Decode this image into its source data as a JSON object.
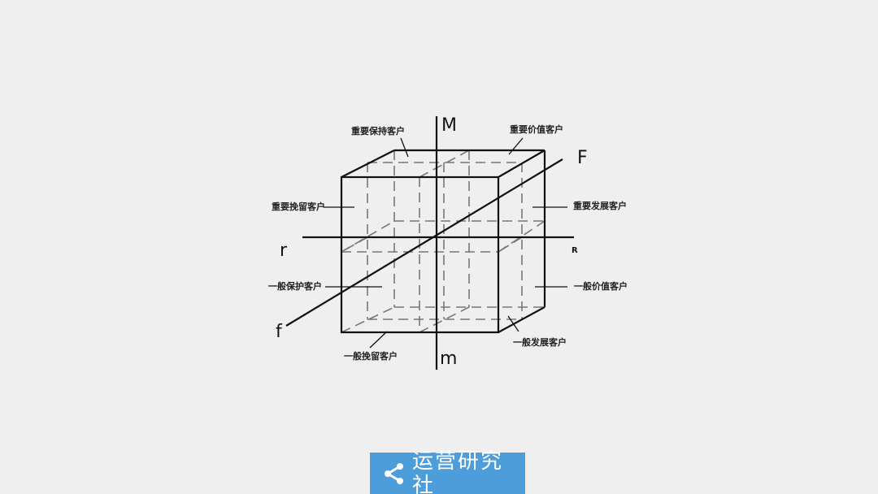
{
  "axes": {
    "M": "M",
    "m": "m",
    "F": "F",
    "f": "f",
    "r": "r",
    "R": "R"
  },
  "segments": {
    "important_keep": "重要保持客户",
    "important_value": "重要价值客户",
    "important_retain": "重要挽留客户",
    "important_develop": "重要发展客户",
    "general_protect": "一般保护客户",
    "general_value": "一般价值客户",
    "general_retain": "一般挽留客户",
    "general_develop": "一般发展客户"
  },
  "brand": {
    "name": "运营研究社",
    "icon": "share-icon",
    "color": "#4e9ddb"
  }
}
